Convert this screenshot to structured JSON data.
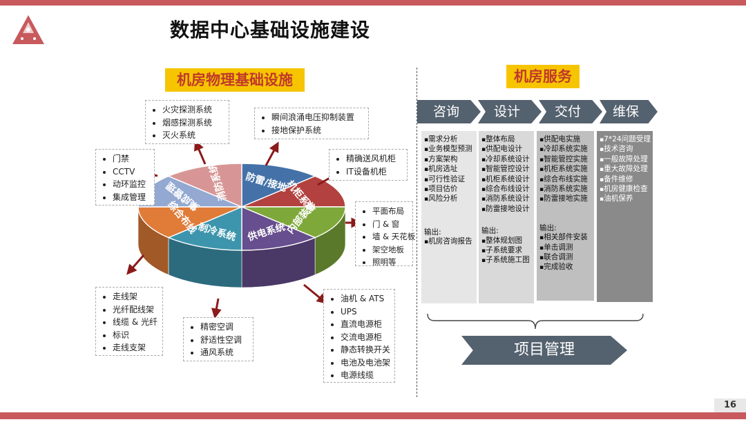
{
  "title": "数据中心基础设施建设",
  "page_number": "16",
  "left_heading": "机房物理基础设施",
  "right_heading": "机房服务",
  "pie": {
    "segments": [
      {
        "label": "防雷/接地",
        "color": "#4472a8"
      },
      {
        "label": "机柜系统",
        "color": "#b2413f"
      },
      {
        "label": "内部装修",
        "color": "#7ea83a"
      },
      {
        "label": "供电系统",
        "color": "#674e8e"
      },
      {
        "label": "制冷系统",
        "color": "#3d95ad"
      },
      {
        "label": "综合布线",
        "color": "#e07b38"
      },
      {
        "label": "集成管理",
        "color": "#93a9d2"
      },
      {
        "label": "消防系统",
        "color": "#d79695"
      }
    ]
  },
  "lists": {
    "fire": [
      "火灾探测系统",
      "烟感探测系统",
      "灭火系统"
    ],
    "surge": [
      "瞬间浪涌电压抑制装置",
      "接地保护系统"
    ],
    "cabinet": [
      "精确送风机柜",
      "IT设备机柜"
    ],
    "access": [
      "门禁",
      "CCTV",
      "动环监控",
      "集成管理"
    ],
    "decor": [
      "平面布局",
      "门 & 窗",
      "墙 & 天花板",
      "架空地板",
      "照明等"
    ],
    "cabling": [
      "走线架",
      "光纤配线架",
      "线缆 & 光纤",
      "标识",
      "走线支架"
    ],
    "cooling": [
      "精密空调",
      "舒适性空调",
      "通风系统"
    ],
    "power": [
      "油机 & ATS",
      "UPS",
      "直流电源柜",
      "交流电源柜",
      "静态转换开关",
      "电池及电池架",
      "电源线缆"
    ]
  },
  "services": {
    "stages": [
      "咨询",
      "设计",
      "交付",
      "维保"
    ],
    "columns": [
      {
        "items": [
          "需求分析",
          "业务模型预测",
          "方案架构",
          "机房选址",
          "可行性验证",
          "项目估价",
          "风险分析"
        ],
        "output_label": "输出:",
        "outputs": [
          "机房咨询报告"
        ]
      },
      {
        "items": [
          "整体布局",
          "供配电设计",
          "冷却系统设计",
          "智能管控设计",
          "机柜系统设计",
          "综合布线设计",
          "消防系统设计",
          "防雷接地设计"
        ],
        "output_label": "输出:",
        "outputs": [
          "整体规划图",
          "子系统要求",
          "子系统施工图"
        ]
      },
      {
        "items": [
          "供配电实施",
          "冷却系统实施",
          "智能管控实施",
          "机柜系统实施",
          "综合布线实施",
          "消防系统实施",
          "防雷接地实施"
        ],
        "output_label": "输出:",
        "outputs": [
          "相关部件安装",
          "单击调测",
          "联合调测",
          "完成验收"
        ]
      },
      {
        "items": [
          "7*24问题受理",
          "技术咨询",
          "一般故障处理",
          "重大故障处理",
          "备件维修",
          "机房健康检查",
          "油机保养"
        ],
        "output_label": "",
        "outputs": []
      }
    ],
    "project_management": "项目管理"
  },
  "colors": {
    "bar": "#c8595d",
    "heading_bg": "#f6c500",
    "heading_text": "#c0392b",
    "chevron": "#54616e",
    "arrow": "#8b1a1a"
  }
}
